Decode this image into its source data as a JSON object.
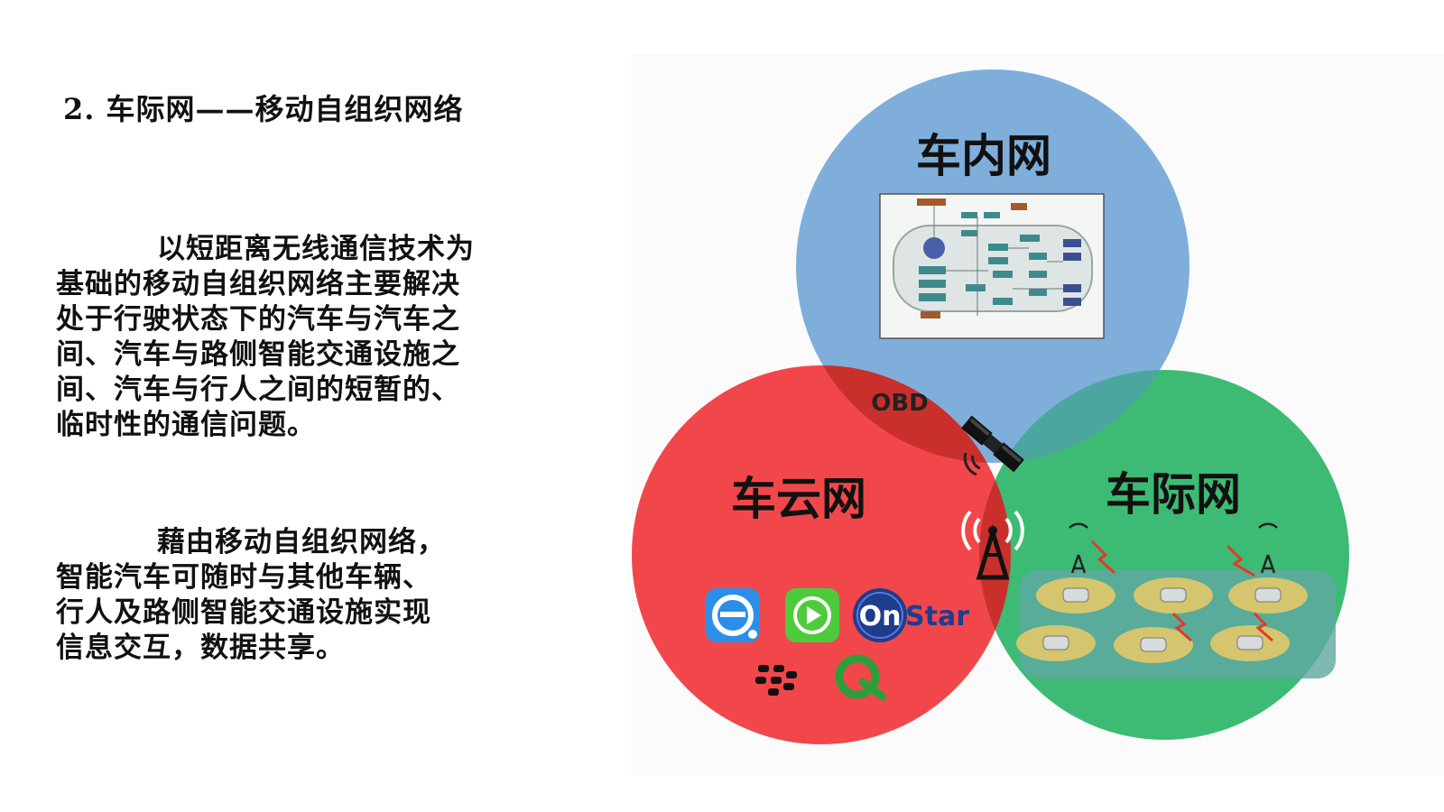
{
  "heading": "2. 车际网——移动自组织网络",
  "paragraph1": {
    "lines": [
      "以短距离无线通信技术为",
      "基础的移动自组织网络主要解决",
      "处于行驶状态下的汽车与汽车之",
      "间、汽车与路侧智能交通设施之",
      "间、汽车与行人之间的短暂的、",
      "临时性的通信问题。"
    ]
  },
  "paragraph2": {
    "lines": [
      "藉由移动自组织网络，",
      "智能汽车可随时与其他车辆、",
      "行人及路侧智能交通设施实现",
      "信息交互，数据共享。"
    ]
  },
  "diagram": {
    "circles": {
      "in_vehicle": {
        "label": "车内网",
        "color": "#7faedb"
      },
      "vehicle_cloud": {
        "label": "车云网",
        "color": "#f2474a"
      },
      "inter_vehicle": {
        "label": "车际网",
        "color": "#3dbb74"
      }
    },
    "overlap_color": "#c9302c",
    "obd_label": "OBD",
    "onstar_label": {
      "on": "On",
      "star": "Star"
    },
    "icons": [
      "vehicle-network-schematic-image",
      "satellite-icon",
      "signal-tower-icon",
      "navigation-app-icon",
      "carplay-app-icon",
      "onstar-logo",
      "blackberry-logo",
      "q-app-logo",
      "road-with-cars-image"
    ]
  }
}
